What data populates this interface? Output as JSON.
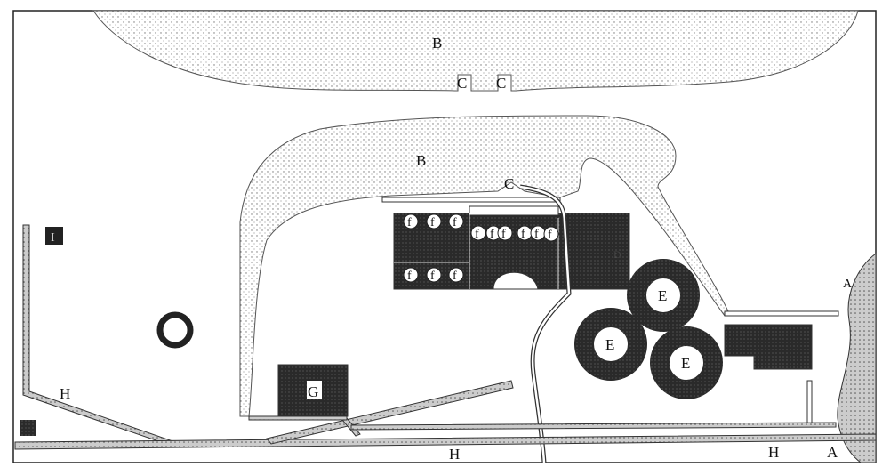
{
  "title": "Site plan",
  "labels": {
    "B_top": "B",
    "B_inner": "B",
    "C_left": "C",
    "C_right": "C",
    "C_inner": "C",
    "D": "D",
    "E1": "E",
    "E2": "E",
    "E3": "E",
    "f": "f",
    "G": "G",
    "H_left": "H",
    "H_bottom_mid": "H",
    "H_bottom_right": "H",
    "A_right": "A",
    "A_bottom": "A",
    "I": "I"
  },
  "colors": {
    "ink": "#1e1e1e",
    "stipple": "#d9d9d9",
    "paper": "#ffffff"
  }
}
